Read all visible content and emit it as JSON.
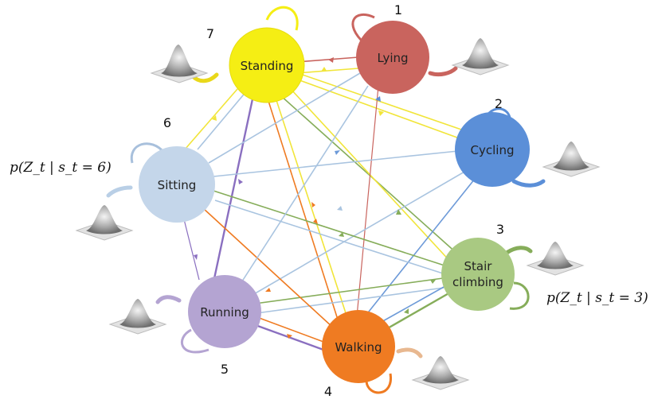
{
  "states": [
    {
      "id": 1,
      "label": "Lying",
      "color": "#c9645e"
    },
    {
      "id": 2,
      "label": "Cycling",
      "color": "#5b8fd8"
    },
    {
      "id": 3,
      "label_line1": "Stair",
      "label_line2": "climbing",
      "color": "#a9c982"
    },
    {
      "id": 4,
      "label": "Walking",
      "color": "#ef7b22"
    },
    {
      "id": 5,
      "label": "Running",
      "color": "#b4a4d2"
    },
    {
      "id": 6,
      "label": "Sitting",
      "color": "#c4d6ea"
    },
    {
      "id": 7,
      "label": "Standing",
      "color": "#f5ee14"
    }
  ],
  "numbers": {
    "n1": "1",
    "n2": "2",
    "n3": "3",
    "n4": "4",
    "n5": "5",
    "n6": "6",
    "n7": "7"
  },
  "formulas": {
    "sitting": "p(Z_t | s_t = 6)",
    "stair": "p(Z_t | s_t = 3)"
  },
  "edge_colors": {
    "yellow": "#f1e53a",
    "orange": "#ef7b22",
    "blue": "#6d9ad8",
    "green": "#86ad5a",
    "purple": "#8a6fc0",
    "light_blue": "#a9c4e0",
    "red": "#c9645e"
  },
  "icons": [
    "surface-plot-icon",
    "emission-arrow-icon",
    "self-loop-icon"
  ]
}
